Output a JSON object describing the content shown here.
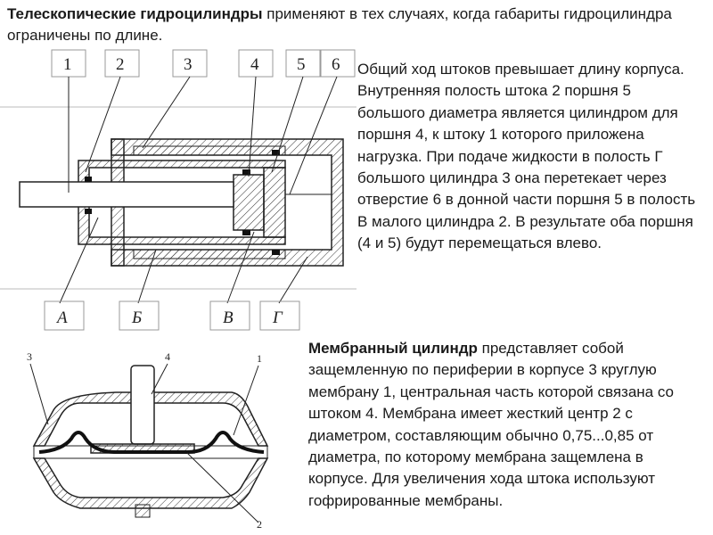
{
  "intro": {
    "bold": "Телескопические гидроцилиндры",
    "rest": " применяют в тех случаях, когда габариты гидроцилиндра ограничены по длине."
  },
  "telescopic_text": "Общий ход штоков превышает длину корпуса. Внутренняя полость штока 2 поршня 5 большого диаметра является цилиндром для поршня 4, к штоку 1 которого приложена нагрузка. При подаче жидкости в полость Г большого цилиндра 3 она перетекает через отверстие 6 в донной части поршня 5 в полость В малого цилиндра 2. В результате оба поршня (4 и 5) будут перемещаться влево.",
  "membrane": {
    "bold": "Мембранный цилиндр",
    "rest": " представляет собой защемленную по периферии в корпусе 3 круглую мембрану 1, центральная часть которой связана со штоком 4. Мембрана имеет жесткий центр 2 с диаметром, составляющим обычно 0,75...0,85 от диаметра, по которому мембрана защемлена в корпусе. Для увеличения хода штока используют гофрированные мембраны."
  },
  "fig1": {
    "top_labels": [
      "1",
      "2",
      "3",
      "4",
      "5",
      "6"
    ],
    "bottom_labels": [
      "А",
      "Б",
      "В",
      "Г"
    ]
  },
  "fig2": {
    "labels": [
      "3",
      "4",
      "1",
      "2"
    ]
  }
}
